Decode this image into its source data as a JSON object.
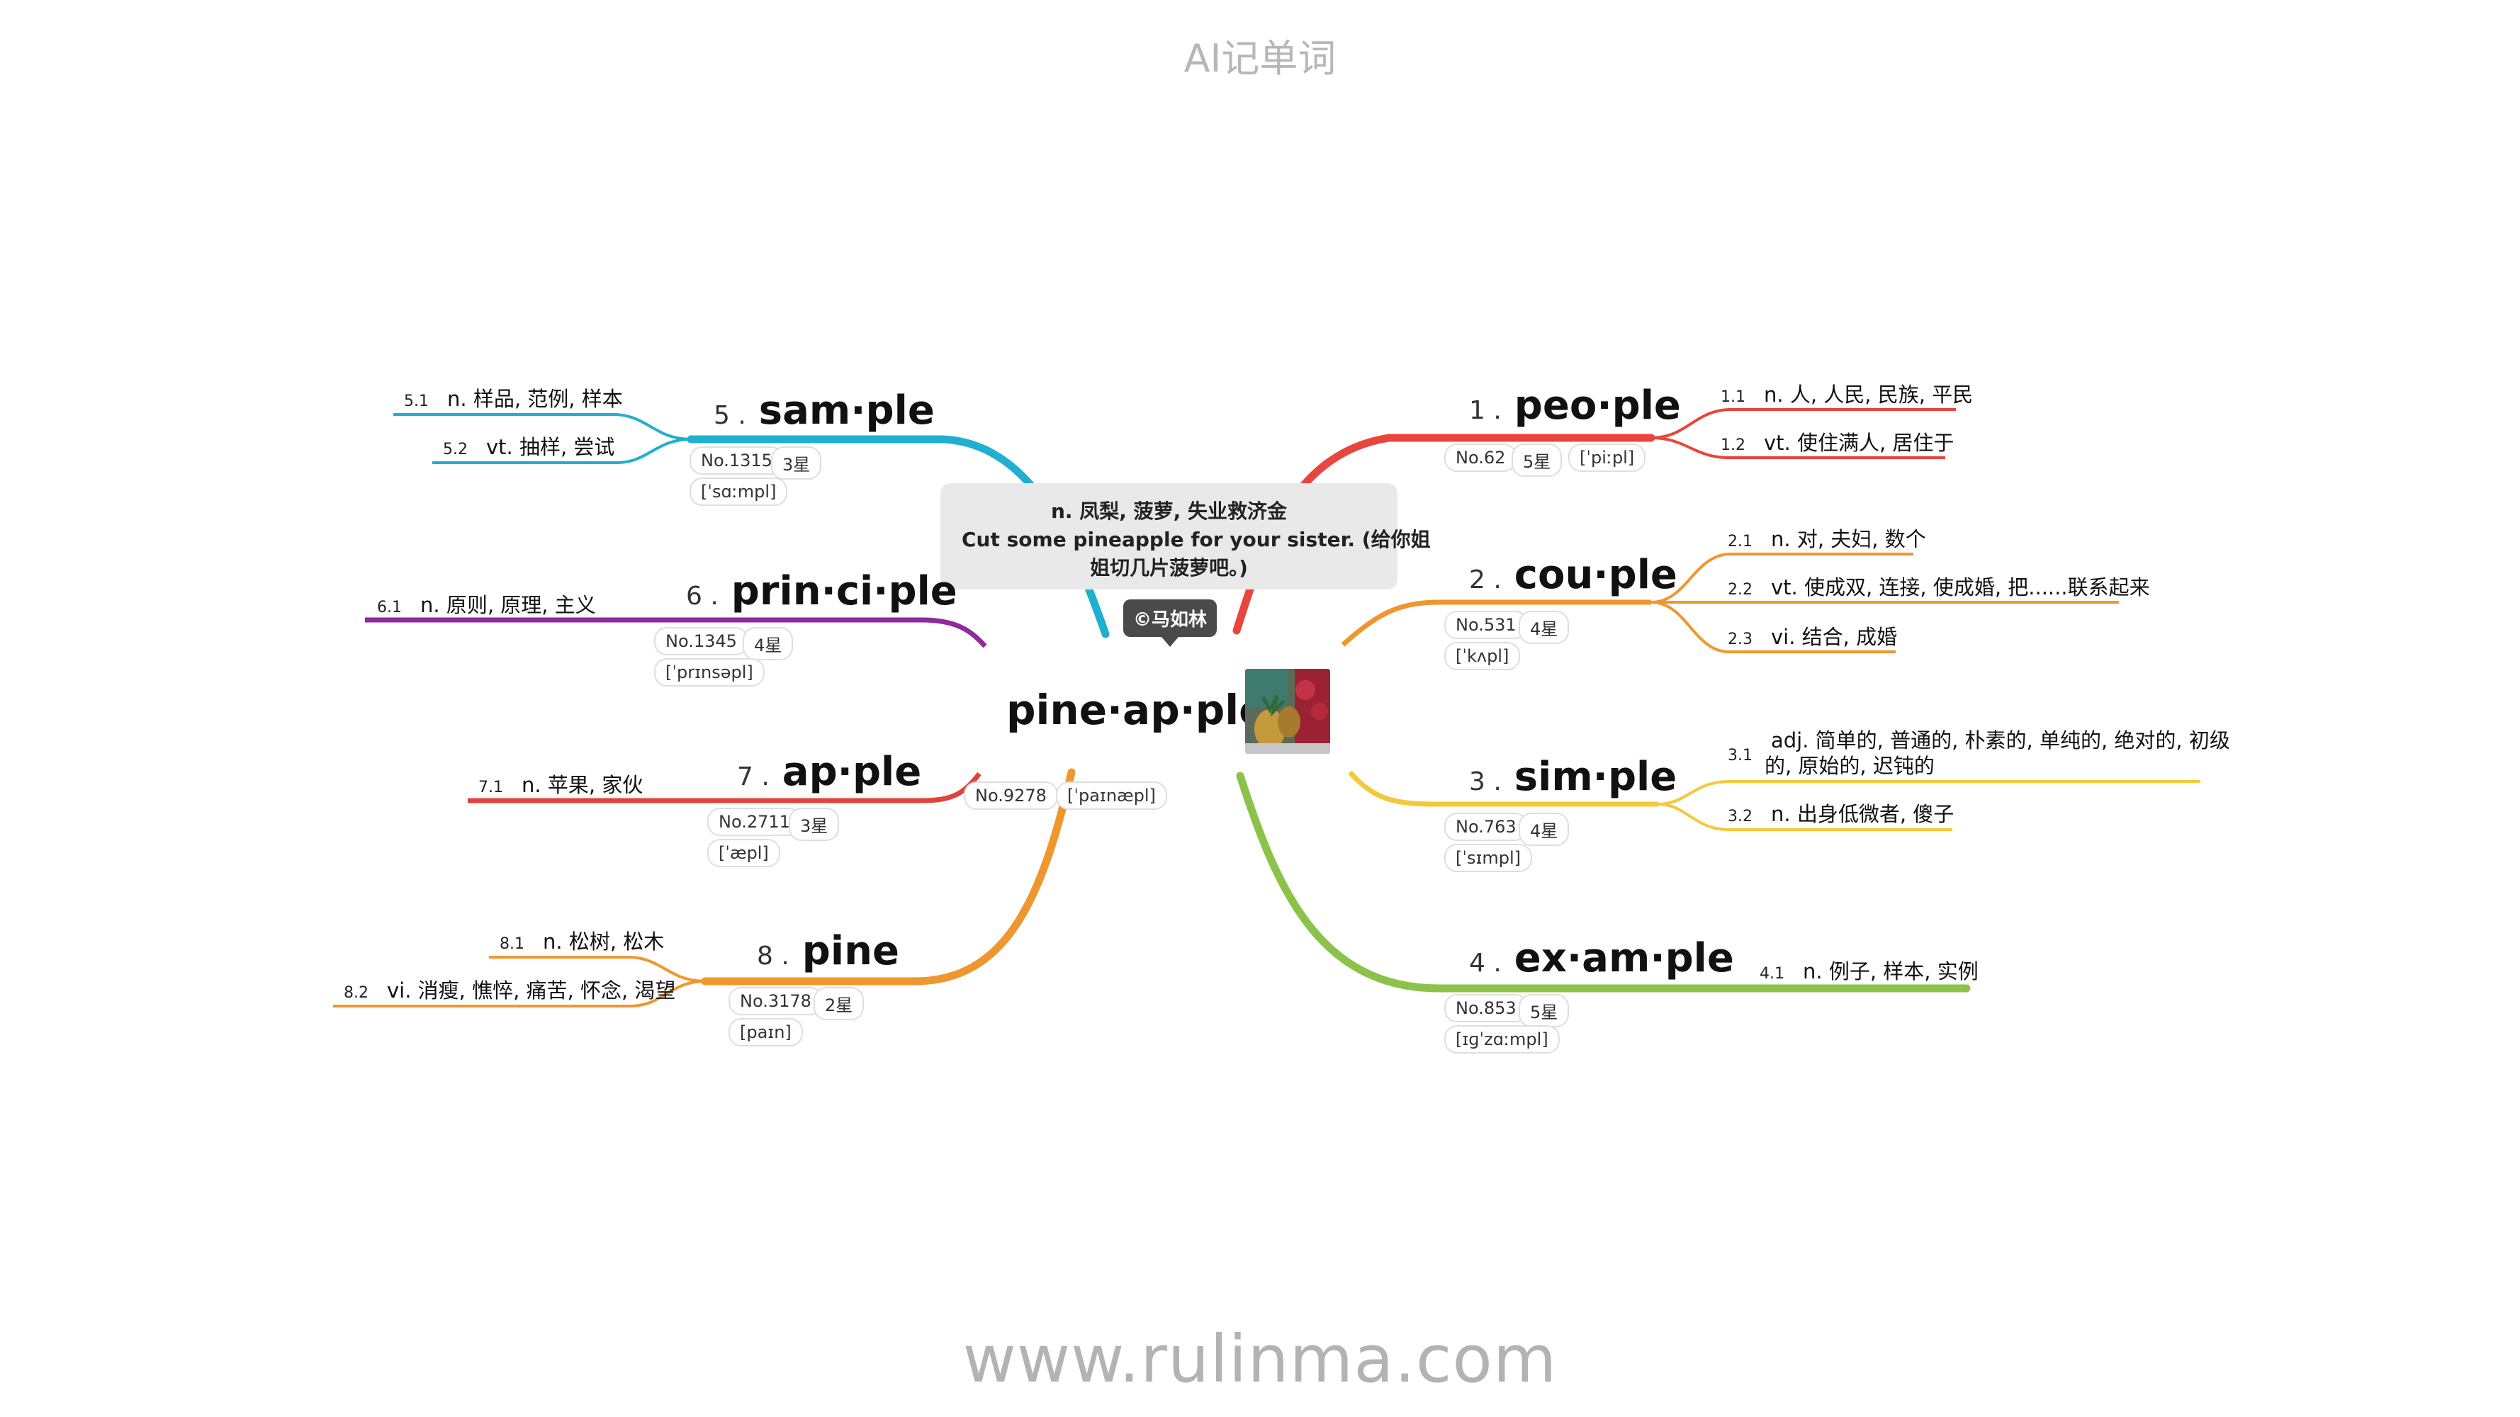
{
  "header": "AI记单词",
  "footer": "www.rulinma.com",
  "center": {
    "word": "pine·ap·ple",
    "no": "No.9278",
    "phonetic": "[ˈpaɪnæpl]",
    "tooltip_line1": "n. 凤梨, 菠萝, 失业救济金",
    "tooltip_line2": "Cut some pineapple for your sister. (给你姐",
    "tooltip_line3": "姐切几片菠萝吧。)",
    "badge": "©马如林",
    "image_icon": "pineapple-photo"
  },
  "colors": {
    "b1": "#e8453c",
    "b2": "#f0962f",
    "b3": "#f5c83a",
    "b4": "#8bc34a",
    "b5": "#1fb0d0",
    "b6": "#8e2a9c",
    "b7": "#e0433a",
    "b8": "#f0962f"
  },
  "branches": [
    {
      "num": "1 .",
      "word": "peo·ple",
      "no": "No.62",
      "stars": "5星",
      "phonetic": "[ˈpiːpl]",
      "defs": [
        {
          "sn": "1.1",
          "text": "n. 人, 人民, 民族, 平民"
        },
        {
          "sn": "1.2",
          "text": "vt. 使住满人, 居住于"
        }
      ]
    },
    {
      "num": "2 .",
      "word": "cou·ple",
      "no": "No.531",
      "stars": "4星",
      "phonetic": "[ˈkʌpl]",
      "defs": [
        {
          "sn": "2.1",
          "text": "n. 对, 夫妇, 数个"
        },
        {
          "sn": "2.2",
          "text": "vt. 使成双, 连接, 使成婚, 把......联系起来"
        },
        {
          "sn": "2.3",
          "text": "vi. 结合, 成婚"
        }
      ]
    },
    {
      "num": "3 .",
      "word": "sim·ple",
      "no": "No.763",
      "stars": "4星",
      "phonetic": "[ˈsɪmpl]",
      "defs": [
        {
          "sn": "3.1",
          "text": "adj. 简单的, 普通的, 朴素的, 单纯的, 绝对的, 初级",
          "text2": "的, 原始的, 迟钝的"
        },
        {
          "sn": "3.2",
          "text": "n. 出身低微者, 傻子"
        }
      ]
    },
    {
      "num": "4 .",
      "word": "ex·am·ple",
      "no": "No.853",
      "stars": "5星",
      "phonetic": "[ɪɡˈzɑːmpl]",
      "defs": [
        {
          "sn": "4.1",
          "text": "n. 例子, 样本, 实例"
        }
      ]
    },
    {
      "num": "5 .",
      "word": "sam·ple",
      "no": "No.1315",
      "stars": "3星",
      "phonetic": "[ˈsɑːmpl]",
      "defs": [
        {
          "sn": "5.1",
          "text": "n. 样品, 范例, 样本"
        },
        {
          "sn": "5.2",
          "text": "vt. 抽样, 尝试"
        }
      ]
    },
    {
      "num": "6 .",
      "word": "prin·ci·ple",
      "no": "No.1345",
      "stars": "4星",
      "phonetic": "[ˈprɪnsəpl]",
      "defs": [
        {
          "sn": "6.1",
          "text": "n. 原则, 原理, 主义"
        }
      ]
    },
    {
      "num": "7 .",
      "word": "ap·ple",
      "no": "No.2711",
      "stars": "3星",
      "phonetic": "[ˈæpl]",
      "defs": [
        {
          "sn": "7.1",
          "text": "n. 苹果, 家伙"
        }
      ]
    },
    {
      "num": "8 .",
      "word": "pine",
      "no": "No.3178",
      "stars": "2星",
      "phonetic": "[paɪn]",
      "defs": [
        {
          "sn": "8.1",
          "text": "n. 松树, 松木"
        },
        {
          "sn": "8.2",
          "text": "vi. 消瘦, 憔悴, 痛苦, 怀念, 渴望"
        }
      ]
    }
  ]
}
